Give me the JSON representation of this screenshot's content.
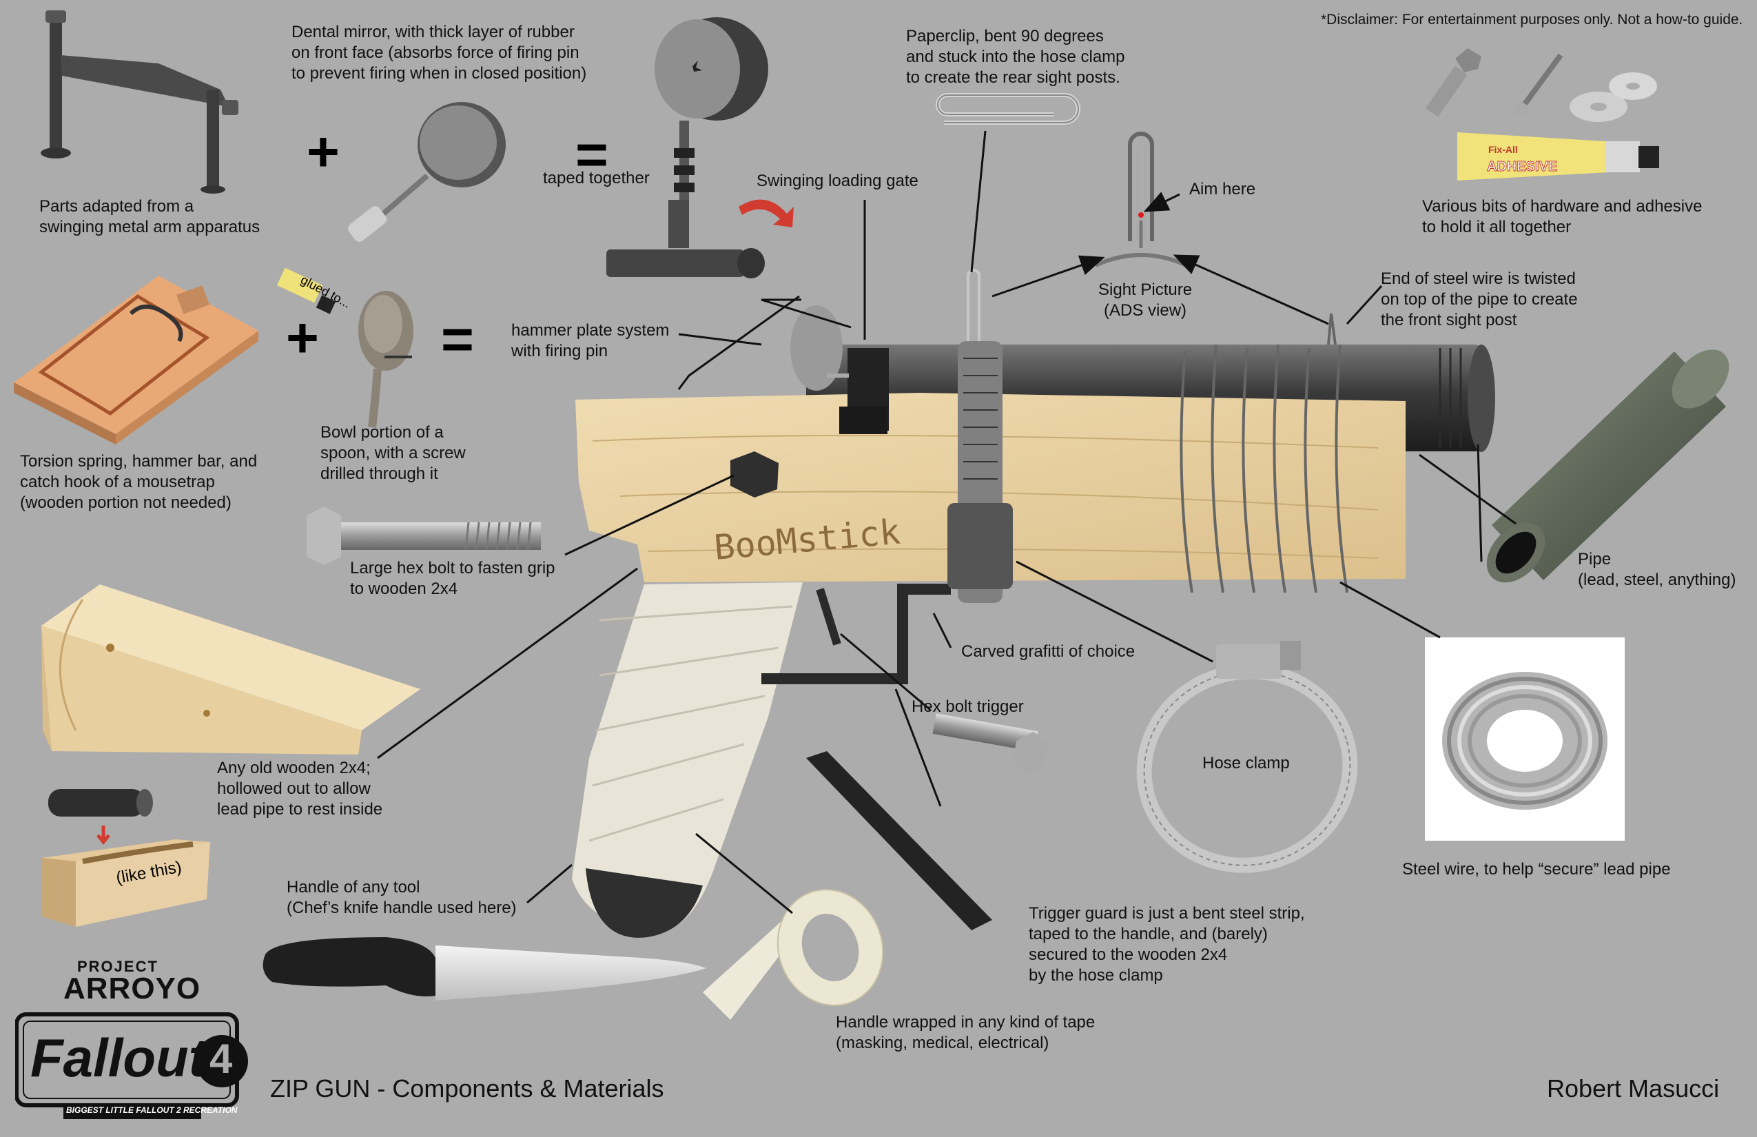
{
  "disclaimer": "*Disclaimer: For entertainment purposes only. Not a how-to guide.",
  "labels": {
    "arm": [
      "Parts adapted from a",
      "swinging metal arm apparatus"
    ],
    "mirror": [
      "Dental mirror, with thick layer of rubber",
      "on front face (absorbs force of firing pin",
      "to prevent firing when in closed position)"
    ],
    "taped": [
      "taped together"
    ],
    "paperclip": [
      "Paperclip, bent 90 degrees",
      "and stuck into the hose clamp",
      "to create the rear sight posts."
    ],
    "gate": [
      "Swinging loading gate"
    ],
    "aim": [
      "Aim here"
    ],
    "sight": [
      "Sight Picture",
      "(ADS view)"
    ],
    "hardware": [
      "Various bits of hardware and adhesive",
      "to hold it all together"
    ],
    "frontpost": [
      "End of steel wire is twisted",
      "on top of the pipe to create",
      "the front sight post"
    ],
    "hammer": [
      "hammer plate system",
      "with firing pin"
    ],
    "mousetrap": [
      "Torsion spring, hammer bar, and",
      "catch hook of a mousetrap",
      "(wooden portion not needed)"
    ],
    "spoon": [
      "Bowl portion of a",
      "spoon, with a screw",
      "drilled through it"
    ],
    "hexbolt": [
      "Large hex bolt to fasten grip",
      "to wooden 2x4"
    ],
    "pipe": [
      "Pipe",
      "(lead, steel, anything)"
    ],
    "graffiti": [
      "Carved grafitti of choice"
    ],
    "trigger": [
      "Hex bolt trigger"
    ],
    "clamp": [
      "Hose clamp"
    ],
    "wood": [
      "Any old wooden 2x4;",
      "hollowed out to allow",
      "lead pipe to rest inside"
    ],
    "wire": [
      "Steel wire, to help “secure” lead pipe"
    ],
    "handle": [
      "Handle of any tool",
      "(Chef’s knife handle used here)"
    ],
    "guard": [
      "Trigger guard is just a bent steel strip,",
      "taped to the handle, and (barely)",
      "secured to the wooden 2x4",
      "by the hose clamp"
    ],
    "tape": [
      "Handle wrapped in any kind of tape",
      "(masking, medical, electrical)"
    ]
  },
  "inline": {
    "glued": "glued to...",
    "like_this": "(like this)",
    "carving": "BooMstick",
    "tube_brand": "Fix-All",
    "tube_name": "ADHESIVE"
  },
  "logo": {
    "project": "PROJECT",
    "arroyo": "ARROYO",
    "fallout": "Fallout",
    "four": "4",
    "tagline": "BIGGEST LITTLE FALLOUT 2 RECREATION"
  },
  "title": "ZIP GUN - Components & Materials",
  "author": "Robert Masucci",
  "colors": {
    "background": "#acacac",
    "wood": "#e6cfa3",
    "metal": "#4a4a4a",
    "tape": "#e8e4d8",
    "arrow_red": "#d23b2f"
  }
}
